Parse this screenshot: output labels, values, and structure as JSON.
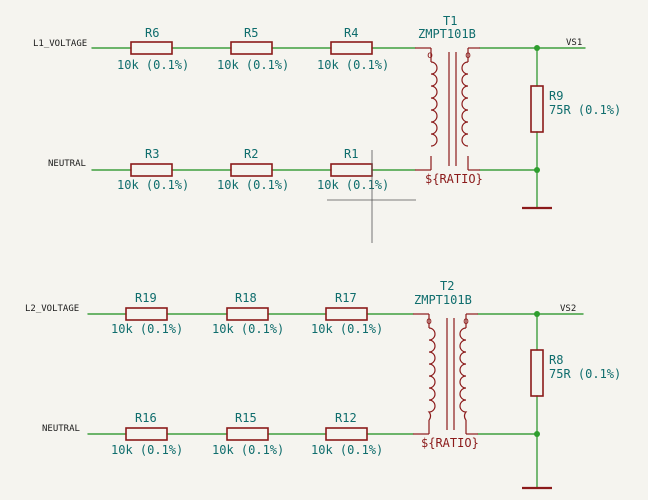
{
  "nets": {
    "l1_voltage": "L1_VOLTAGE",
    "neutral_top": "NEUTRAL",
    "l2_voltage": "L2_VOLTAGE",
    "neutral_bottom": "NEUTRAL",
    "vs1": "VS1",
    "vs2": "VS2"
  },
  "resistors": {
    "r6": {
      "ref": "R6",
      "value": "10k (0.1%)"
    },
    "r5": {
      "ref": "R5",
      "value": "10k (0.1%)"
    },
    "r4": {
      "ref": "R4",
      "value": "10k (0.1%)"
    },
    "r3": {
      "ref": "R3",
      "value": "10k (0.1%)"
    },
    "r2": {
      "ref": "R2",
      "value": "10k (0.1%)"
    },
    "r1": {
      "ref": "R1",
      "value": "10k (0.1%)"
    },
    "r19": {
      "ref": "R19",
      "value": "10k (0.1%)"
    },
    "r18": {
      "ref": "R18",
      "value": "10k (0.1%)"
    },
    "r17": {
      "ref": "R17",
      "value": "10k (0.1%)"
    },
    "r16": {
      "ref": "R16",
      "value": "10k (0.1%)"
    },
    "r15": {
      "ref": "R15",
      "value": "10k (0.1%)"
    },
    "r12": {
      "ref": "R12",
      "value": "10k (0.1%)"
    },
    "r9": {
      "ref": "R9",
      "value": "75R (0.1%)"
    },
    "r8": {
      "ref": "R8",
      "value": "75R (0.1%)"
    }
  },
  "transformers": {
    "t1": {
      "ref": "T1",
      "value": "ZMPT101B",
      "ratio_label": "${RATIO}"
    },
    "t2": {
      "ref": "T2",
      "value": "ZMPT101B",
      "ratio_label": "${RATIO}"
    }
  },
  "colors": {
    "wire": "#3f9f3f",
    "component": "#8b1a1a",
    "label_text": "#0f6d6d",
    "background": "#f5f4ef"
  }
}
